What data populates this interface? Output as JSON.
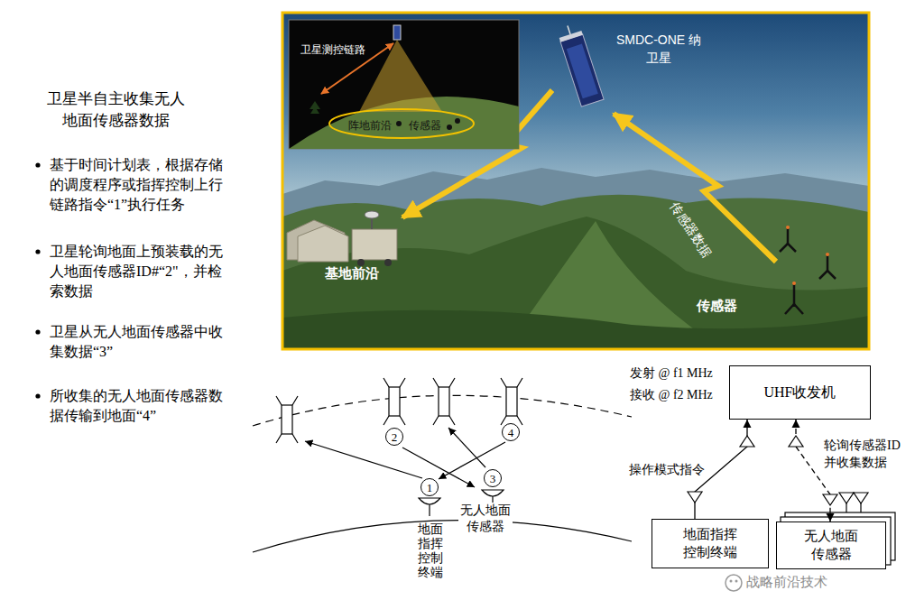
{
  "diagram": {
    "title": "卫星半自主收集无人地面传感器数据",
    "nodes": [
      {
        "text": [
          "1"
        ]
      },
      {
        "text": [
          "2"
        ]
      },
      {
        "text": [
          "3"
        ]
      },
      {
        "text": [
          "4"
        ]
      },
      {
        "text": [
          "UHF收发机"
        ]
      },
      {
        "text": [
          "地面指挥控制终端"
        ]
      },
      {
        "text": [
          "无人地面传感器"
        ]
      }
    ],
    "edges": [
      {
        "from": 5,
        "to": 4,
        "arrow": "to",
        "label": "操作模式指令"
      },
      {
        "from": 4,
        "to": 6,
        "arrow": "both",
        "label": "轮询传感器ID 并收集数据"
      }
    ],
    "labels": [
      "基于时间计划表，根据存储的调度程序或指挥控制上行链路指令“1”执行任务",
      "卫星轮询地面上预装载的无人地面传感器ID#“2\"，并检索数据",
      "卫星从无人地面传感器中收集数据“3”",
      "所收集的无人地面传感器数据传输到地面“4”",
      "卫星测控链路",
      "阵地前沿",
      "传感器",
      "SMDC-ONE 纳卫星",
      "传感器数据",
      "基地前沿",
      "传感器",
      "地面指挥控制终端",
      "无人地面传感器",
      "发射 @ f1 MHz",
      "接收 @ f2 MHz",
      "战略前沿技术"
    ]
  }
}
